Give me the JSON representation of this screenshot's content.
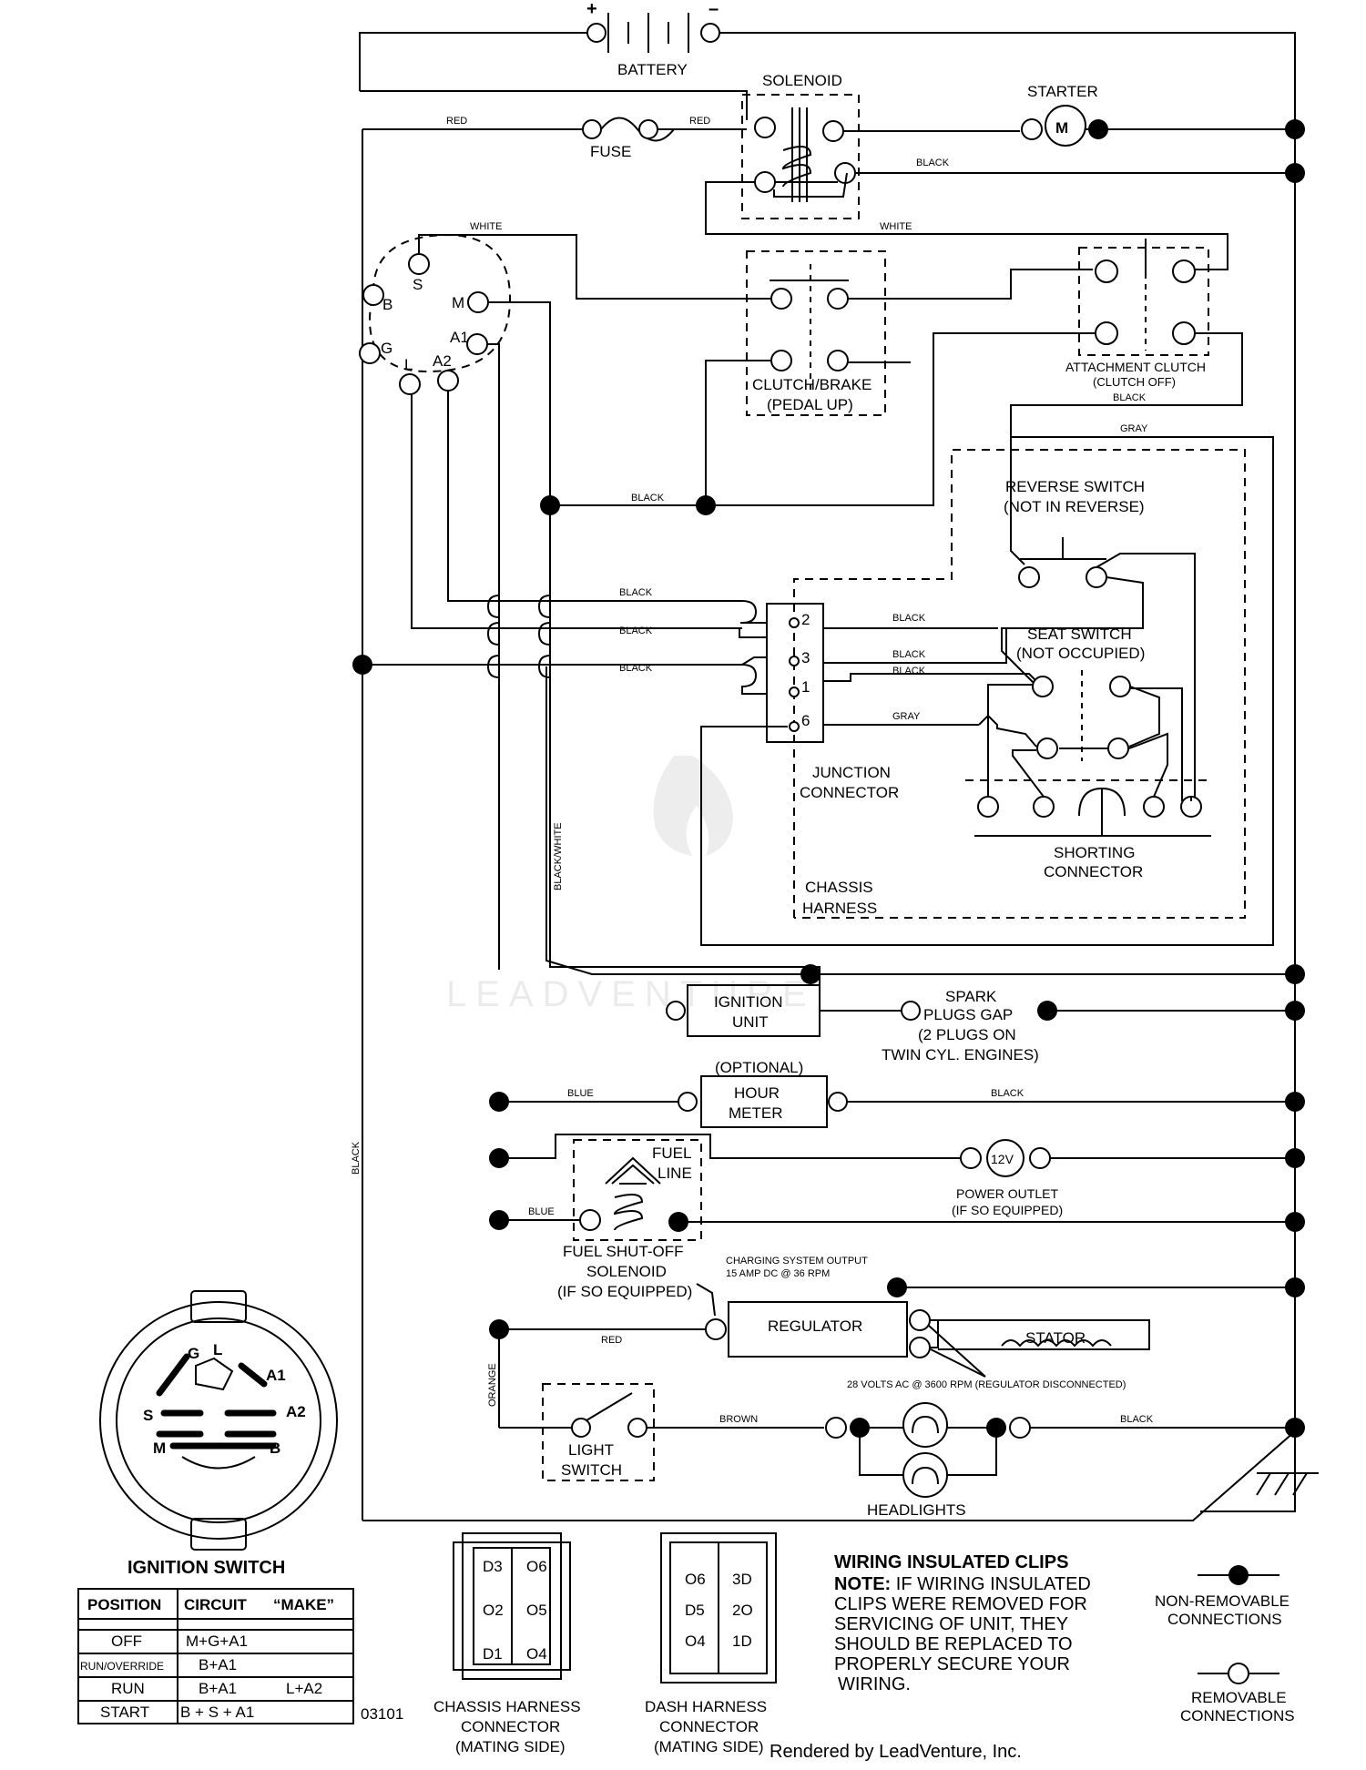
{
  "battery": {
    "label": "BATTERY",
    "plus": "+",
    "minus": "–"
  },
  "solenoid": {
    "label": "SOLENOID"
  },
  "starter": {
    "label": "STARTER",
    "symbol": "M"
  },
  "fuse": {
    "label": "FUSE"
  },
  "wires": {
    "red1": "RED",
    "red2": "RED",
    "black_starter": "BLACK",
    "white1": "WHITE",
    "white2": "WHITE",
    "black_att": "BLACK",
    "gray1": "GRAY",
    "black_mid": "BLACK",
    "black_j2a": "BLACK",
    "black_j3a": "BLACK",
    "black_j1a": "BLACK",
    "black_j2b": "BLACK",
    "black_j3b": "BLACK",
    "black_j1b": "BLACK",
    "gray_j6": "GRAY",
    "black_white": "BLACK/WHITE",
    "black_left": "BLACK",
    "blue_hour": "BLUE",
    "black_hour": "BLACK",
    "blue_fuel": "BLUE",
    "red_reg": "RED",
    "orange": "ORANGE",
    "brown": "BROWN",
    "black_head": "BLACK"
  },
  "ignition_switch_terminals": {
    "s": "S",
    "b": "B",
    "m": "M",
    "a1": "A1",
    "g": "G",
    "l": "L",
    "a2": "A2"
  },
  "clutch_brake": {
    "line1": "CLUTCH/BRAKE",
    "line2": "(PEDAL UP)"
  },
  "attachment_clutch": {
    "line1": "ATTACHMENT CLUTCH",
    "line2": "(CLUTCH OFF)"
  },
  "reverse_switch": {
    "line1": "REVERSE SWITCH",
    "line2": "(NOT IN REVERSE)"
  },
  "seat_switch": {
    "line1": "SEAT SWITCH",
    "line2": "(NOT OCCUPIED)"
  },
  "junction": {
    "line1": "JUNCTION",
    "line2": "CONNECTOR",
    "pins": [
      "2",
      "3",
      "1",
      "6"
    ]
  },
  "shorting": {
    "line1": "SHORTING",
    "line2": "CONNECTOR"
  },
  "chassis": {
    "line1": "CHASSIS",
    "line2": "HARNESS"
  },
  "ignition_unit": {
    "line1": "IGNITION",
    "line2": "UNIT"
  },
  "spark": {
    "line1": "SPARK",
    "line2": "PLUGS GAP",
    "line3": "(2 PLUGS ON",
    "line4": "TWIN CYL. ENGINES)"
  },
  "hour_meter": {
    "optional": "(OPTIONAL)",
    "line1": "HOUR",
    "line2": "METER"
  },
  "fuel_line": {
    "line1": "FUEL",
    "line2": "LINE"
  },
  "power_outlet": {
    "symbol": "12V",
    "line1": "POWER OUTLET",
    "line2": "(IF SO EQUIPPED)"
  },
  "fuel_solenoid": {
    "line1": "FUEL SHUT-OFF",
    "line2": "SOLENOID",
    "line3": "(IF SO EQUIPPED)"
  },
  "charging": {
    "line1": "CHARGING SYSTEM OUTPUT",
    "line2": "15 AMP DC @ 36 RPM"
  },
  "regulator": {
    "label": "REGULATOR"
  },
  "stator": {
    "label": "STATOR"
  },
  "volts": {
    "label": "28 VOLTS AC @ 3600 RPM (REGULATOR DISCONNECTED)"
  },
  "light_switch": {
    "line1": "LIGHT",
    "line2": "SWITCH"
  },
  "headlights": {
    "label": "HEADLIGHTS"
  },
  "ignition_switch_title": "IGNITION SWITCH",
  "ignition_icon_letters": {
    "g": "G",
    "l": "L",
    "a1": "A1",
    "s": "S",
    "a2": "A2",
    "m": "M",
    "b": "B"
  },
  "table": {
    "headers": [
      "POSITION",
      "CIRCUIT",
      "“MAKE”"
    ],
    "rows": [
      [
        "OFF",
        "M+G+A1",
        ""
      ],
      [
        "RUN/OVERRIDE",
        "B+A1",
        ""
      ],
      [
        "RUN",
        "B+A1",
        "L+A2"
      ],
      [
        "START",
        "B + S + A1",
        ""
      ]
    ]
  },
  "diagram_code": "03101",
  "chassis_conn": {
    "pins": [
      "D3",
      "O6",
      "O2",
      "O5",
      "D1",
      "O4"
    ],
    "line1": "CHASSIS HARNESS",
    "line2": "CONNECTOR",
    "line3": "(MATING SIDE)"
  },
  "dash_conn": {
    "pins": [
      "O6",
      "3D",
      "D5",
      "2O",
      "O4",
      "1D"
    ],
    "line1": "DASH HARNESS",
    "line2": "CONNECTOR",
    "line3": "(MATING SIDE)"
  },
  "note": {
    "title": "WIRING INSULATED CLIPS",
    "lead": "NOTE:",
    "line1": " IF WIRING INSULATED",
    "line2": "CLIPS WERE REMOVED FOR",
    "line3": "SERVICING OF UNIT, THEY",
    "line4": "SHOULD BE REPLACED TO",
    "line5": "PROPERLY SECURE YOUR",
    "line6": "WIRING."
  },
  "legend": {
    "nonrem1": "NON-REMOVABLE",
    "nonrem2": "CONNECTIONS",
    "rem1": "REMOVABLE",
    "rem2": "CONNECTIONS"
  },
  "watermark": "LEADVENTURE",
  "footer": "Rendered by LeadVenture, Inc."
}
